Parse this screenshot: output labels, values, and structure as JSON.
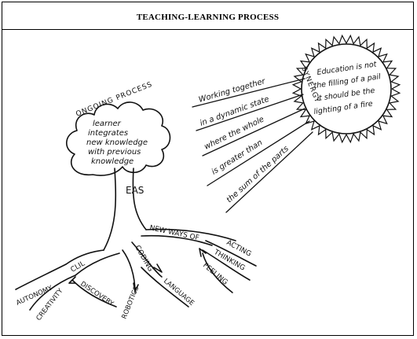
{
  "title": "TEACHING-LEARNING PROCESS",
  "cloud": {
    "arc_label": "ONGOING PROCESS",
    "lines": [
      "learner",
      "integrates",
      "new knowledge",
      "with previous",
      "knowledge"
    ]
  },
  "sun": {
    "arc_label": "SYNERGY",
    "lines": [
      "Education is not",
      "the filling of a pail",
      "it should be the",
      "lighting of a fire"
    ]
  },
  "rays": [
    "Working together",
    "in a dynamic state",
    "where the whole",
    "is greater than",
    "the sum of the parts"
  ],
  "trunk_label": "EAS",
  "branches": {
    "new_ways": "NEW WAYS OF",
    "acting": "ACTING",
    "thinking": "THINKING",
    "feeling": "FEELING",
    "clil": "CLIL",
    "autonomy": "AUTONOMY",
    "creativity": "CREATIVITY",
    "discovery": "DISCOVERY",
    "coding": "CODING",
    "robotics": "ROBOTICS",
    "language": "LANGUAGE"
  }
}
